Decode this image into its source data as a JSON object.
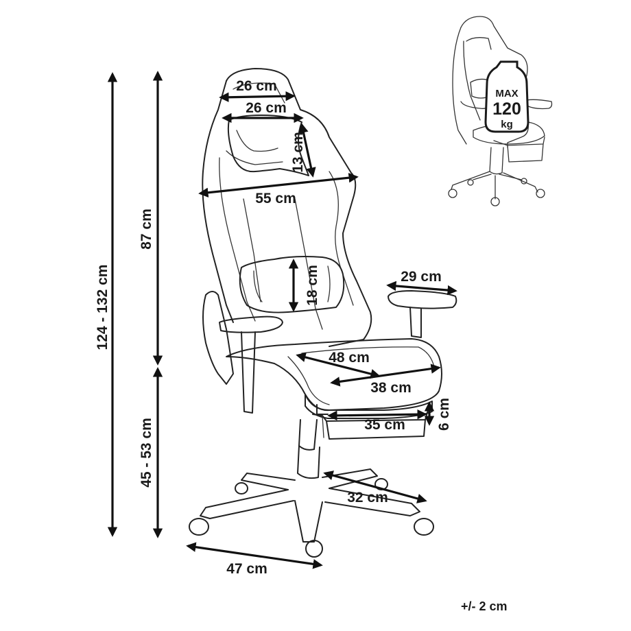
{
  "dimensions": {
    "total_height": "124 - 132 cm",
    "backrest_height": "87 cm",
    "seat_height": "45 - 53 cm",
    "headrest_top_width": "26 cm",
    "headrest_pillow_width": "26 cm",
    "headrest_pillow_height": "13 cm",
    "backrest_width": "55 cm",
    "lumbar_pillow_height": "18 cm",
    "armrest_length": "29 cm",
    "seat_depth": "48 cm",
    "seat_width": "38 cm",
    "footrest_width": "35 cm",
    "footrest_height": "6 cm",
    "base_leg_length": "32 cm",
    "base_width": "47 cm"
  },
  "weight_badge": {
    "max_label": "MAX",
    "value": "120",
    "unit": "kg"
  },
  "tolerance": "+/- 2 cm"
}
